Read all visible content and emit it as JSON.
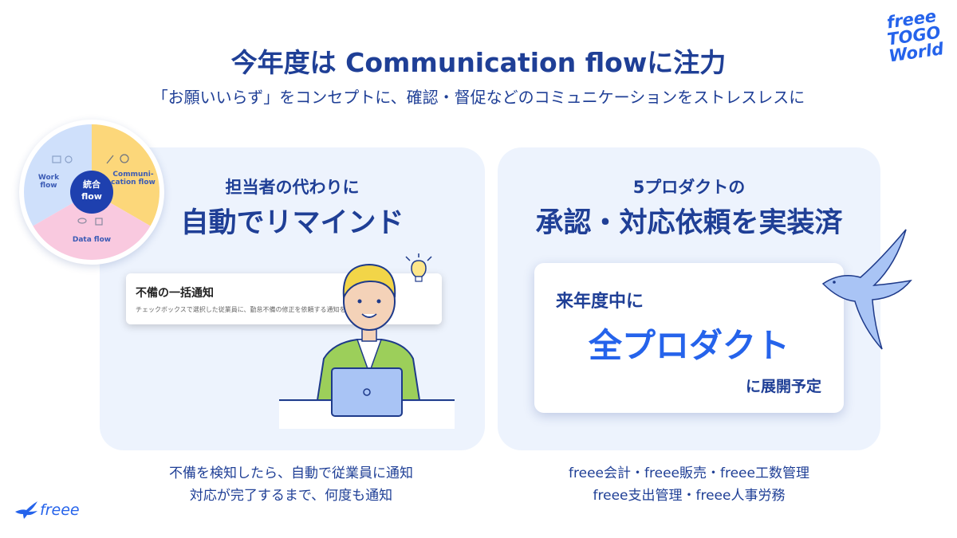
{
  "title": "今年度は Communication flowに注力",
  "subtitle": "「お願いいらず」をコンセプトに、確認・督促などのコミュニケーションをストレスレスに",
  "brand_logo": {
    "line1": "freee",
    "line2": "TOGO",
    "line3": "World"
  },
  "diagram": {
    "center_line1": "統合",
    "center_line2": "flow",
    "segments": [
      {
        "label": "Work flow",
        "color": "#cfe0fb"
      },
      {
        "label_line1": "Communi-",
        "label_line2": "cation flow",
        "color": "#fcd77a"
      },
      {
        "label": "Data flow",
        "color": "#f9c9df"
      }
    ]
  },
  "left_panel": {
    "subheading": "担当者の代わりに",
    "heading": "自動でリマインド",
    "notification": {
      "title": "不備の一括通知",
      "text": "チェックボックスで選択した従業員に、勤怠不備の修正を依頼する通知を送信し"
    },
    "caption_line1": "不備を検知したら、自動で従業員に通知",
    "caption_line2": "対応が完了するまで、何度も通知"
  },
  "right_panel": {
    "subheading": "5プロダクトの",
    "heading": "承認・対応依頼を実装済",
    "card": {
      "line1": "来年度中に",
      "big": "全プロダクト",
      "line3": "に展開予定"
    },
    "caption_line1": "freee会計・freee販売・freee工数管理",
    "caption_line2": "freee支出管理・freee人事労務"
  },
  "footer_logo": "freee",
  "colors": {
    "primary": "#1f3f96",
    "accent": "#2563eb",
    "panel": "#edf3fd"
  }
}
